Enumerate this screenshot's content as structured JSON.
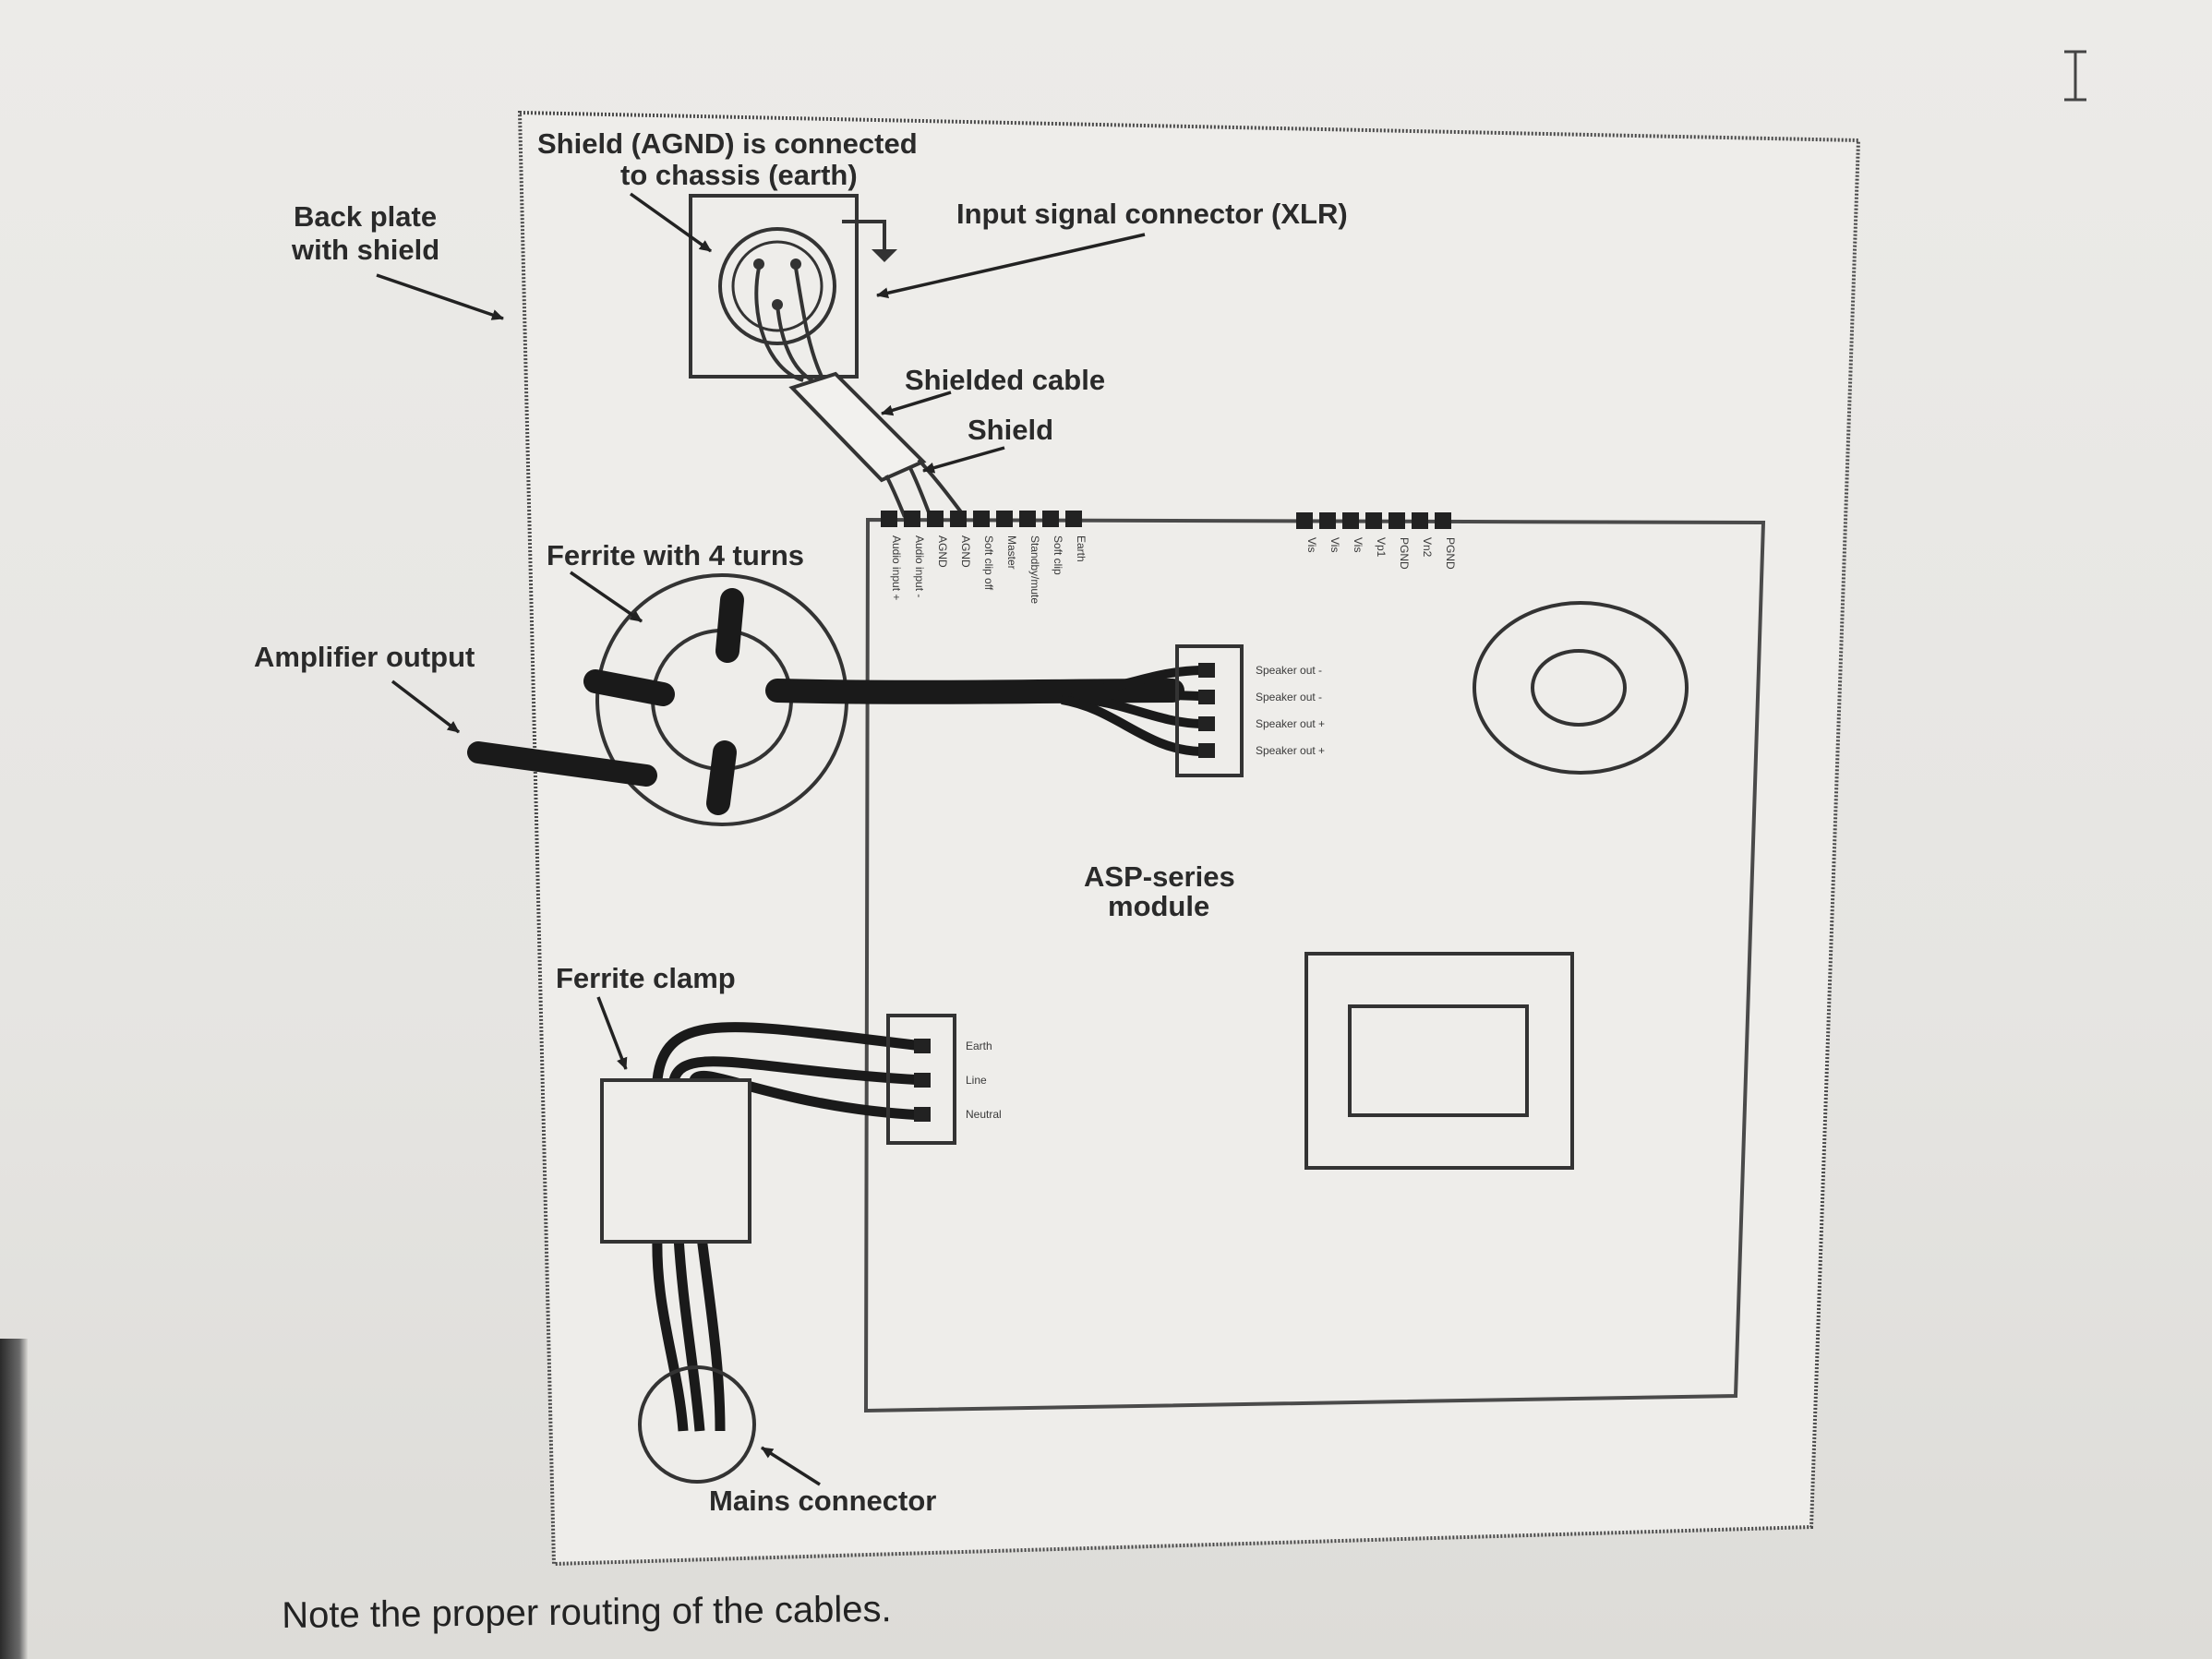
{
  "caption": "Note the proper routing of the cables.",
  "labels": {
    "shield_line1": "Shield (AGND) is connected",
    "shield_line2": "to chassis (earth)",
    "back_plate_line1": "Back plate",
    "back_plate_line2": "with shield",
    "input_connector": "Input signal connector (XLR)",
    "shielded_cable": "Shielded cable",
    "shield": "Shield",
    "ferrite_4_turns": "Ferrite with 4 turns",
    "amplifier_output": "Amplifier output",
    "module_line1": "ASP-series",
    "module_line2": "module",
    "ferrite_clamp": "Ferrite clamp",
    "mains_connector": "Mains connector"
  },
  "top_pins": [
    "Audio input +",
    "Audio input -",
    "AGND",
    "AGND",
    "Soft clip off",
    "Master",
    "Standby/mute",
    "Soft clip",
    "Earth"
  ],
  "right_pins": [
    "Vis",
    "Vis",
    "Vis",
    "Vp1",
    "PGND",
    "Vn2",
    "PGND"
  ],
  "speaker_pins": [
    "Speaker out -",
    "Speaker out -",
    "Speaker out +",
    "Speaker out +"
  ],
  "mains_pins": [
    "Earth",
    "Line",
    "Neutral"
  ],
  "icons": {
    "text_cursor": "i-beam-cursor-icon"
  }
}
